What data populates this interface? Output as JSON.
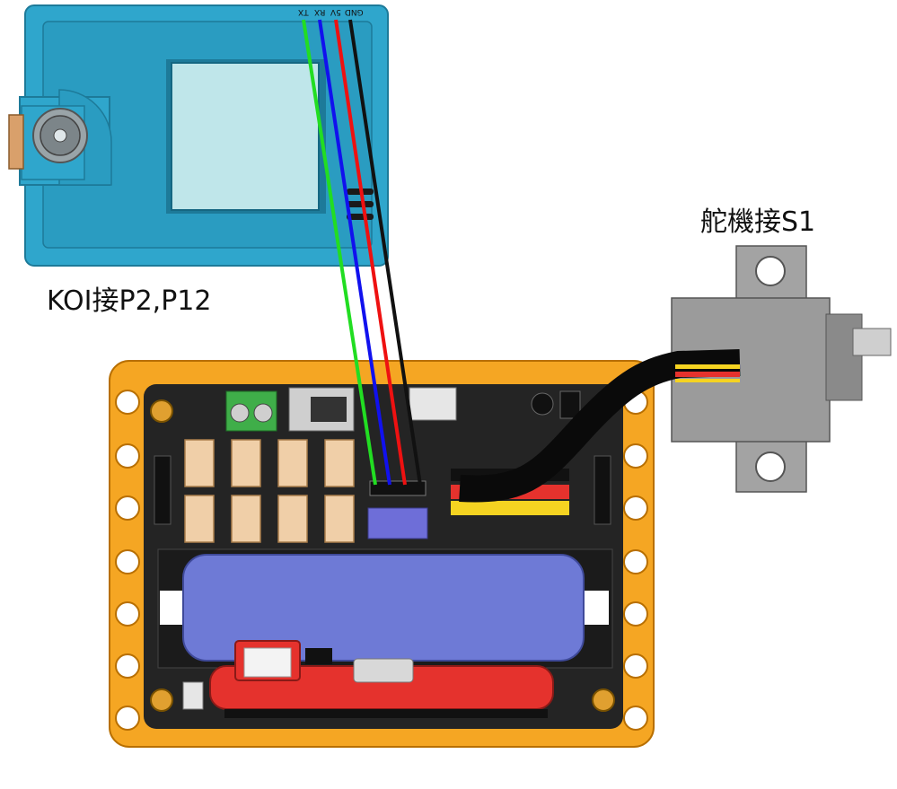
{
  "labels": {
    "koi": "KOI接P2,P12",
    "servo": "舵機接S1"
  },
  "koi_pins": [
    "TX",
    "RX",
    "5V",
    "GND"
  ],
  "wire_colors": {
    "tx": "#22dd22",
    "rx": "#1111ee",
    "v5": "#ee1111",
    "gnd": "#111111"
  },
  "colors": {
    "koi_body": "#29a2c8",
    "board_frame": "#f5a623",
    "board_pcb": "#222222",
    "battery": "#6e7ad6",
    "servo_body": "#9b9b9b",
    "red_module": "#e5322d"
  }
}
